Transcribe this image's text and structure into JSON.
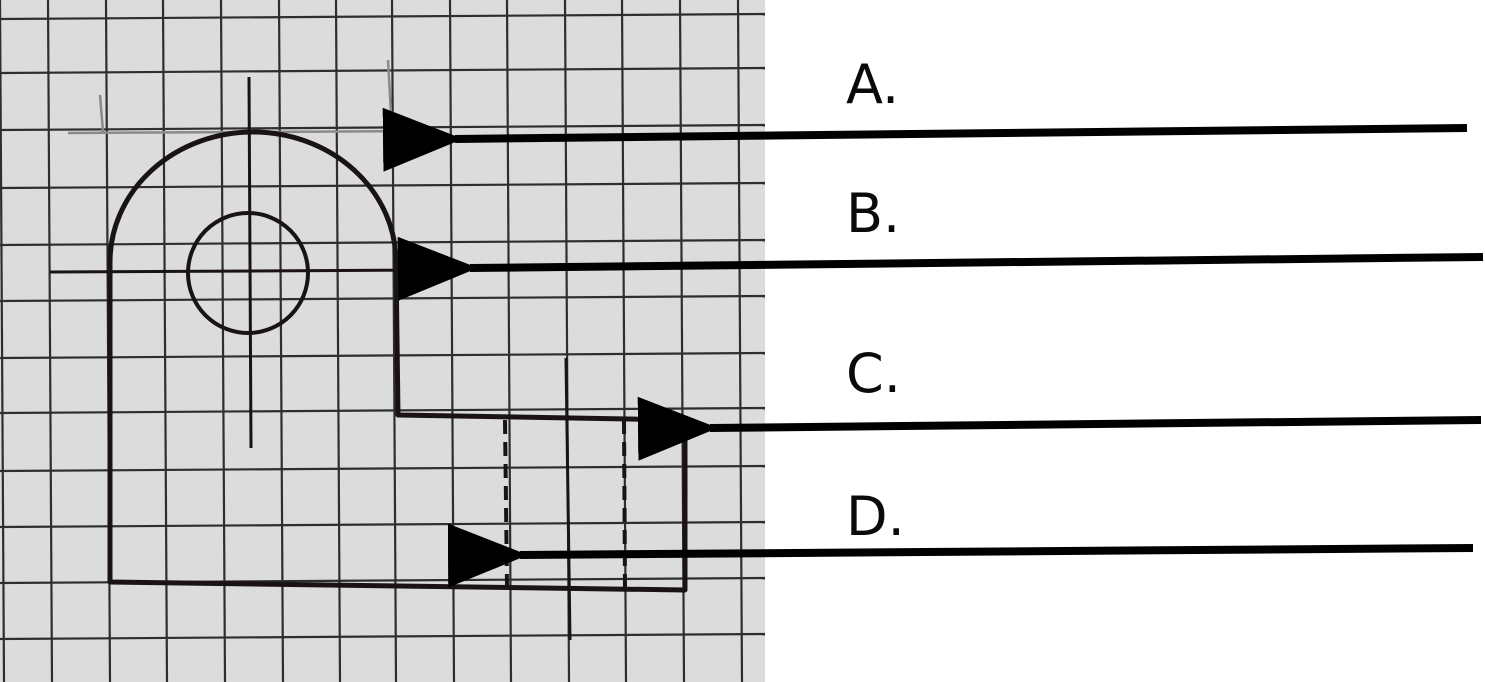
{
  "labels": [
    {
      "id": "A",
      "text": "A."
    },
    {
      "id": "B",
      "text": "B."
    },
    {
      "id": "C",
      "text": "C."
    },
    {
      "id": "D",
      "text": "D."
    }
  ],
  "colors": {
    "paper": "#d9d9d9",
    "grid": "#2b2b2b",
    "ink": "#1a1313",
    "construction": "#8a8a8a",
    "arrow": "#000000"
  }
}
